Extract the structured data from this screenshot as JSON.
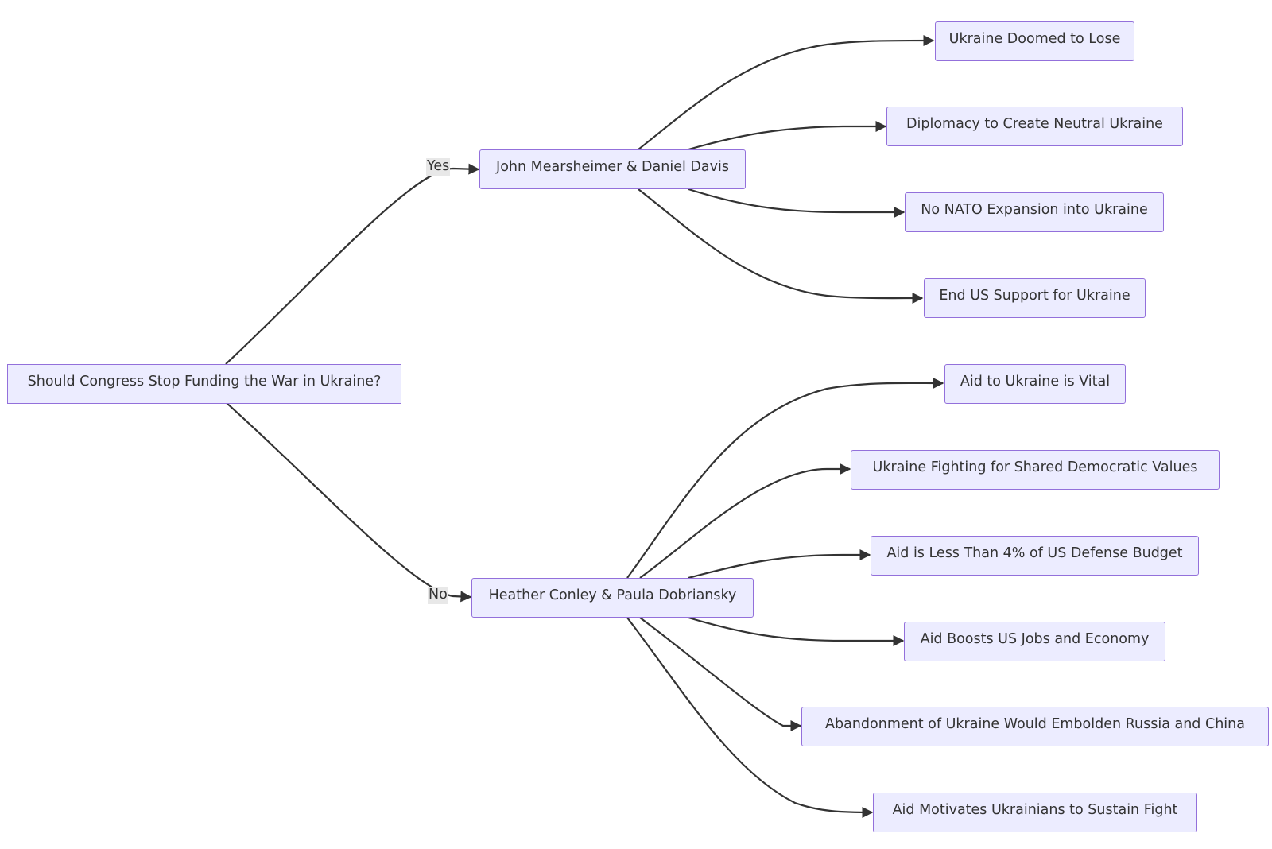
{
  "colors": {
    "node_fill": "#ECECFF",
    "node_border": "#9370DB",
    "edge": "#333333",
    "text": "#333333",
    "edge_label_bg": "#e8e8e8"
  },
  "root": {
    "label": "Should Congress Stop Funding the War in Ukraine?"
  },
  "branches": {
    "yes": {
      "edge_label": "Yes",
      "speaker": "John Mearsheimer & Daniel Davis",
      "arguments": [
        "Ukraine Doomed to Lose",
        "Diplomacy to Create Neutral Ukraine",
        "No NATO Expansion into Ukraine",
        "End US Support for Ukraine"
      ]
    },
    "no": {
      "edge_label": "No",
      "speaker": "Heather Conley & Paula Dobriansky",
      "arguments": [
        "Aid to Ukraine is Vital",
        "Ukraine Fighting for Shared Democratic Values",
        "Aid is Less Than 4% of US Defense Budget",
        "Aid Boosts US Jobs and Economy",
        "Abandonment of Ukraine Would Embolden Russia and China",
        "Aid Motivates Ukrainians to Sustain Fight"
      ]
    }
  }
}
